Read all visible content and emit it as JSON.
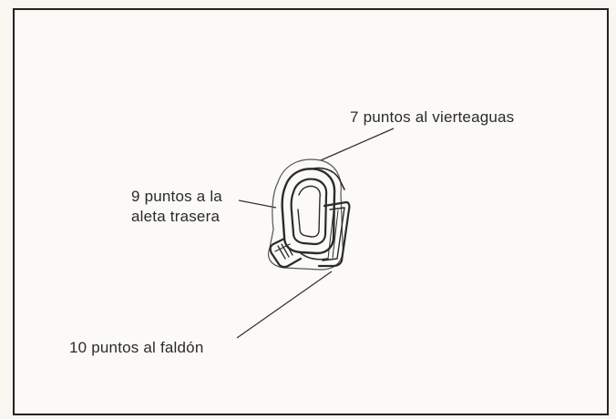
{
  "labels": {
    "top": "7 puntos al vierteaguas",
    "left_line1": "9 puntos a la",
    "left_line2": "aleta trasera",
    "bottom": "10 puntos al faldón"
  }
}
